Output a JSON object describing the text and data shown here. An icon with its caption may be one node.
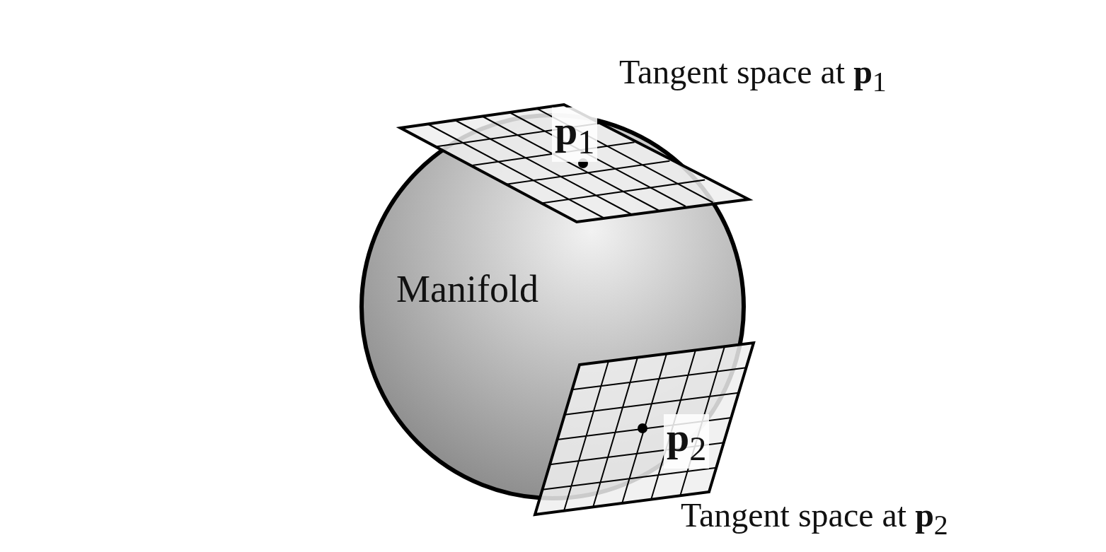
{
  "diagram": {
    "nodes": [
      {
        "text": [
          "Manifold"
        ]
      },
      {
        "text": [
          "**p**$_{1}$"
        ],
        "beside": [
          "Tangent space at **p**$_{1}$"
        ]
      },
      {
        "text": [
          "**p**$_{2}$"
        ],
        "beside": [
          "Tangent space at **p**$_{2}$"
        ]
      }
    ]
  }
}
